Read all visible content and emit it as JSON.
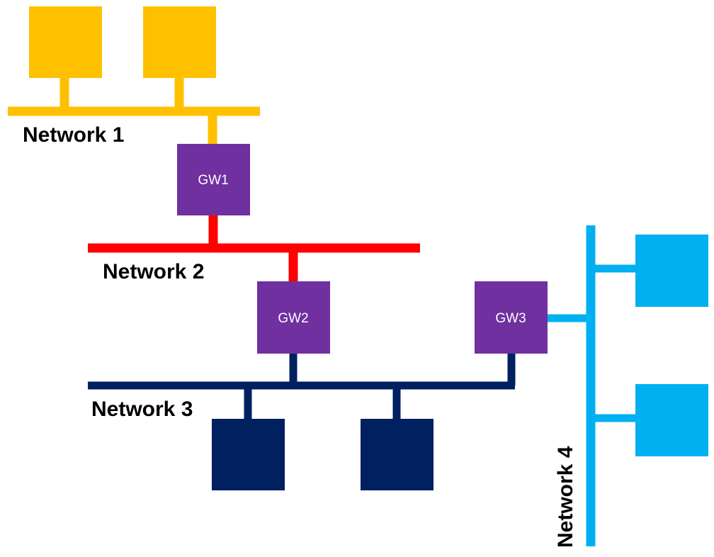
{
  "colors": {
    "network1": "#FFC000",
    "network2": "#FF0000",
    "network3": "#002060",
    "network4": "#00B0F0",
    "gateway": "#7030A0",
    "gateway_text": "#FFFFFF",
    "label_text": "#000000",
    "background": "#FFFFFF"
  },
  "networks": [
    {
      "id": "network1",
      "label": "Network 1",
      "host_count": 2
    },
    {
      "id": "network2",
      "label": "Network 2",
      "host_count": 0
    },
    {
      "id": "network3",
      "label": "Network 3",
      "host_count": 2
    },
    {
      "id": "network4",
      "label": "Network 4",
      "host_count": 2
    }
  ],
  "gateways": [
    {
      "id": "gw1",
      "label": "GW1",
      "connects": [
        "network1",
        "network2"
      ]
    },
    {
      "id": "gw2",
      "label": "GW2",
      "connects": [
        "network2",
        "network3"
      ]
    },
    {
      "id": "gw3",
      "label": "GW3",
      "connects": [
        "network3",
        "network4"
      ]
    }
  ]
}
